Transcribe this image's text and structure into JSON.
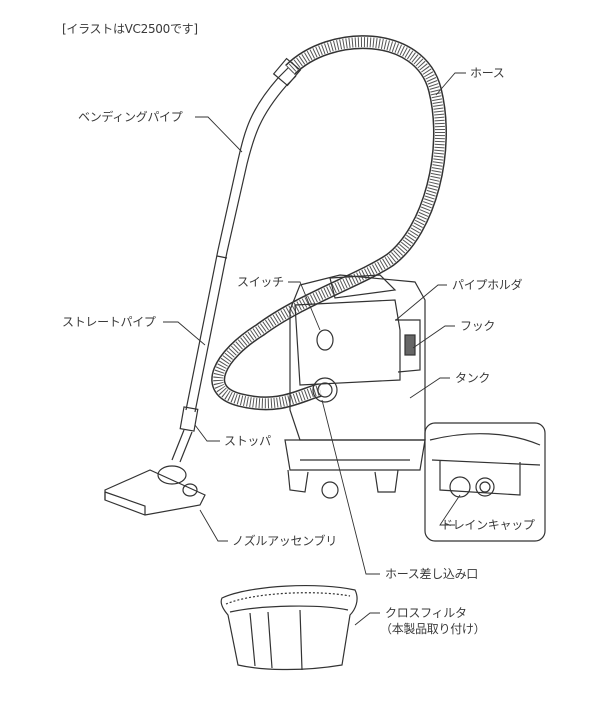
{
  "caption": "[イラストはVC2500です]",
  "labels": {
    "hose": "ホース",
    "bending_pipe": "ベンディングパイプ",
    "switch": "スイッチ",
    "pipe_holder": "パイプホルダ",
    "hook": "フック",
    "straight_pipe": "ストレートパイプ",
    "tank": "タンク",
    "stopper": "ストッパ",
    "drain_cap": "ドレインキャップ",
    "nozzle_assembly": "ノズルアッセンブリ",
    "hose_inlet": "ホース差し込み口",
    "cloth_filter": "クロスフィルタ",
    "cloth_filter_note": "（本製品取り付け）"
  }
}
